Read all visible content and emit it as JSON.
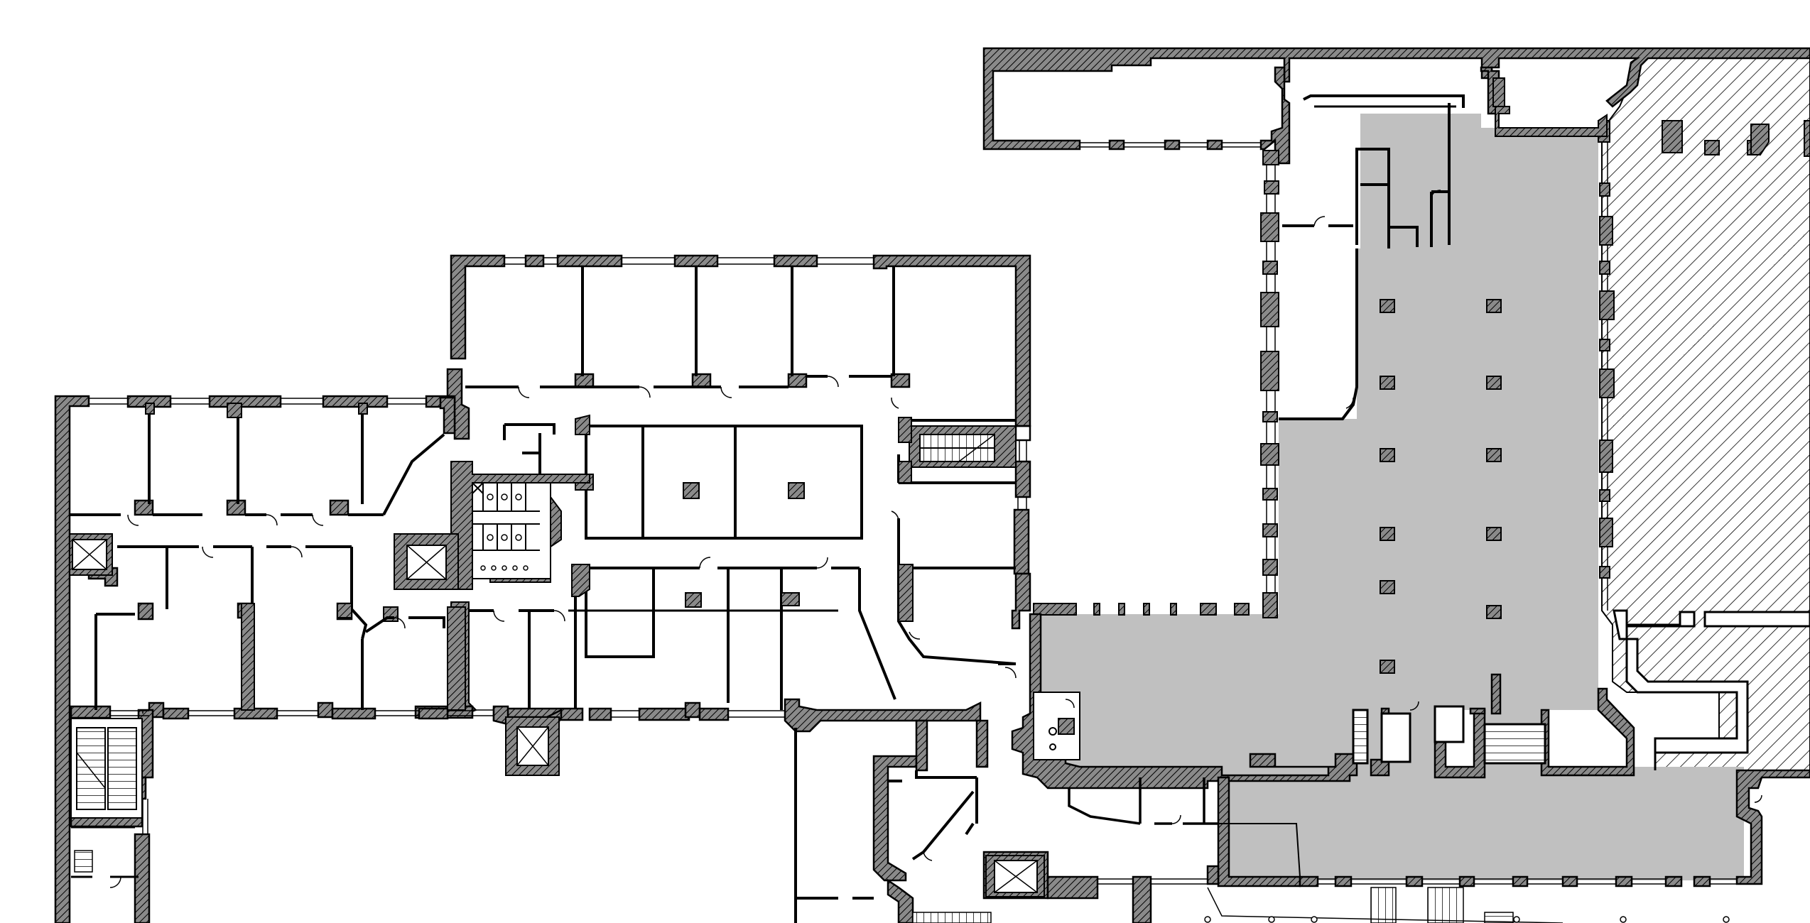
{
  "plan": {
    "colors": {
      "background": "#ffffff",
      "wall_fill": "#7a7a7a",
      "wall_stroke": "#000000",
      "hatch_line": "#000000",
      "highlight_zone": "#c0c0c0",
      "window_line": "#000000"
    },
    "elements": {
      "elevators": 5,
      "stairs": 6,
      "toilet_blocks": 2
    }
  }
}
